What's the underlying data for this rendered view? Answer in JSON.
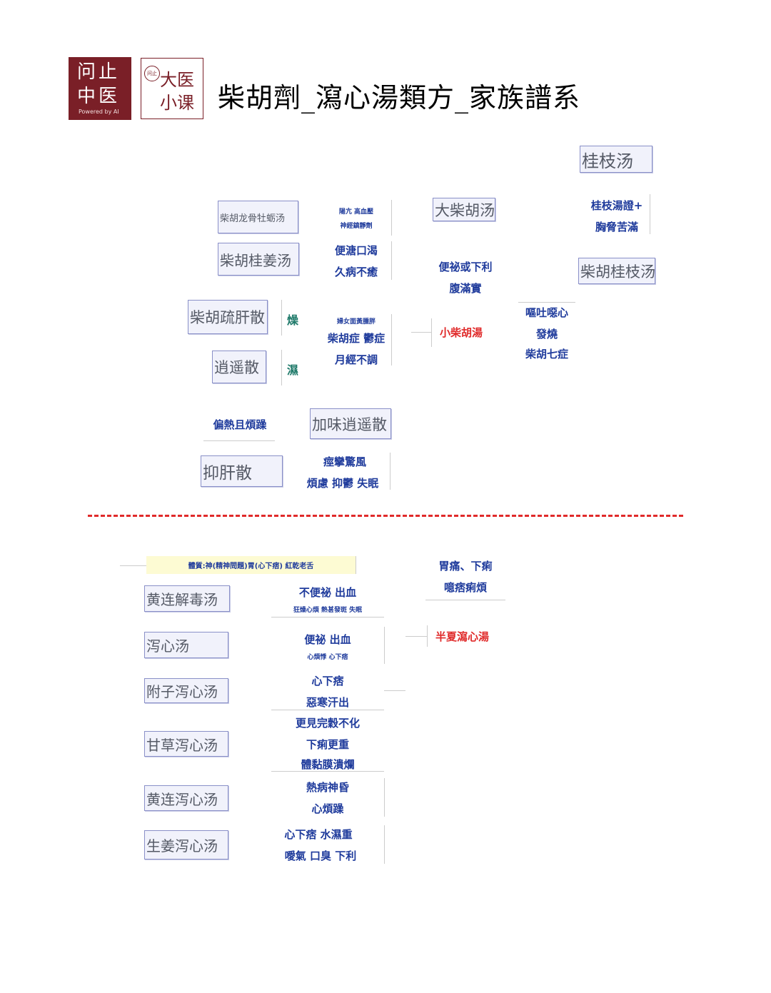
{
  "logo_left": {
    "line1": "问止",
    "line2": "中医",
    "tag": "Powered by AI"
  },
  "logo_right": {
    "seal": "问止",
    "line1": "大医",
    "line2": "小课"
  },
  "title": "柴胡劑_瀉心湯類方_家族譜系",
  "upper": {
    "boxes": {
      "guizhi": "桂枝汤",
      "longgu": "柴胡龙骨牡蛎汤",
      "dachaihu": "大柴胡汤",
      "guijiang": "柴胡桂姜汤",
      "chaihuguizhi": "柴胡桂枝汤",
      "shugan": "柴胡疏肝散",
      "xiaoyao": "逍遥散",
      "jiawei": "加味逍遥散",
      "yigan": "抑肝散"
    },
    "labels": {
      "yangkang": "陽亢  高血壓",
      "shenjing": "神經鎮靜劑",
      "bianbian": "便溏口渴",
      "jiubing": "久病不癒",
      "bianmi": "便祕或下利",
      "fuman": "腹滿實",
      "guizhizheng": "桂枝湯證+",
      "xiongxie": "胸脅苦滿",
      "ouou": "嘔吐噁心",
      "fashao": "發燒",
      "qizheng": "柴胡七症",
      "zao": "燥",
      "shi": "濕",
      "funu": "婦女面黃腫胖",
      "yuzheng": "柴胡症 鬱症",
      "yuejing": "月經不調",
      "pianre": "偏熱且煩躁",
      "jingluan": "痙攣驚風",
      "fanlu": "煩慮 抑鬱 失眠"
    },
    "xiaochaihu": "小柴胡湯"
  },
  "lower": {
    "constitution": "體質:神(精神問題)胃(心下痞) 紅乾老舌",
    "boxes": {
      "huanglianjiedu": "黄连解毒汤",
      "xiexin": "泻心汤",
      "fuzi": "附子泻心汤",
      "gancao": "甘草泻心汤",
      "huanglianxiexin": "黄连泻心汤",
      "shengjiang": "生姜泻心汤"
    },
    "labels": {
      "weitong": "胃痛、下痢",
      "aipi": "噫痞痢煩",
      "bubian": "不便祕  出血",
      "kuangzao": "狂燥心煩 熱甚發斑 失眠",
      "bianmichuxue": "便祕 出血",
      "xinfanji": "心煩悸 心下痞",
      "xinxiapi": "心下痞",
      "ehan": "惡寒汗出",
      "gengjian": "更見完穀不化",
      "xiali": "下痢更重",
      "tinian": "體黏膜潰爛",
      "rebing": "熱病神昏",
      "xinfanzao": "心煩躁",
      "pishui": "心下痞 水濕重",
      "aiqi": "噯氣 口臭 下利"
    },
    "banxia": "半夏瀉心湯"
  }
}
